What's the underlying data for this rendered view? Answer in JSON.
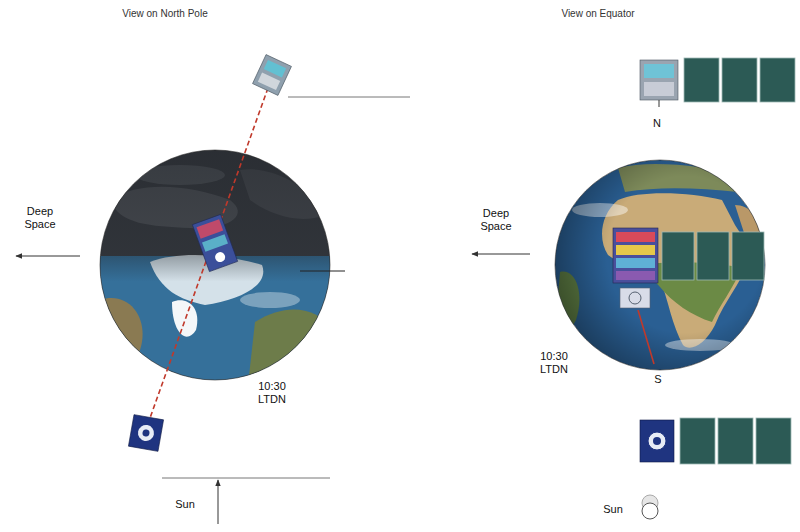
{
  "diagram": {
    "labels": [
      "View on North Pole",
      "Deep Space",
      "10:30 LTDN",
      "Sun",
      "View on Equator",
      "N",
      "Deep Space",
      "10:30 LTDN",
      "S",
      "Sun"
    ]
  }
}
